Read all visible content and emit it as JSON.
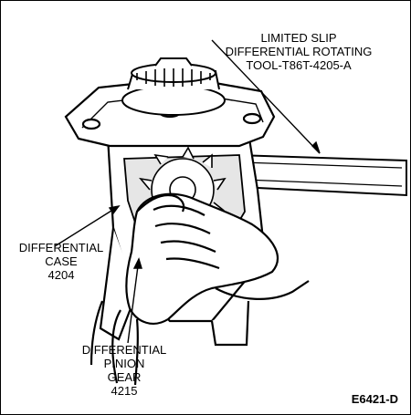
{
  "colors": {
    "ink": "#000000",
    "paper": "#ffffff",
    "shade": "#d9d9d9"
  },
  "labels": {
    "tool": {
      "lines": [
        "LIMITED SLIP",
        "DIFFERENTIAL ROTATING",
        "TOOL-T86T-4205-A"
      ]
    },
    "case": {
      "lines": [
        "DIFFERENTIAL",
        "CASE",
        "4204"
      ]
    },
    "gear": {
      "lines": [
        "DIFFERENTIAL",
        "PINION",
        "GEAR",
        "4215"
      ]
    }
  },
  "figure_id": "E6421-D"
}
